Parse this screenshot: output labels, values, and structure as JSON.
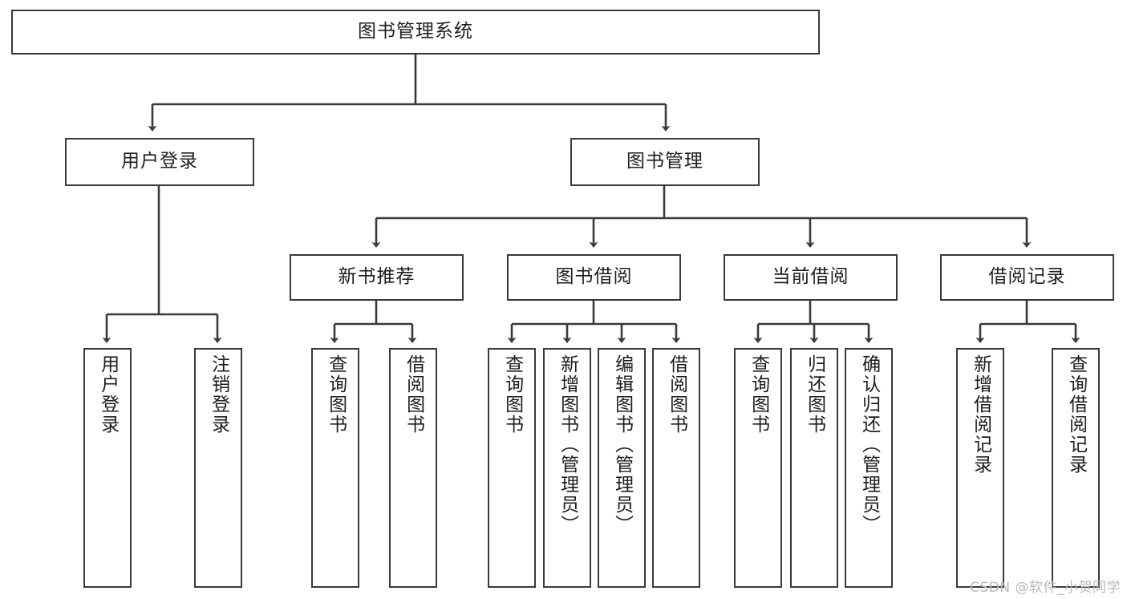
{
  "diagram": {
    "type": "tree",
    "title": "图书管理系统",
    "watermark": "CSDN @软件_小贺同学",
    "colors": {
      "box_border": "#3a3a3a",
      "box_fill": "#ffffff",
      "connector": "#3a3a3a",
      "text": "#1d1d1d",
      "watermark": "#b9b9b9"
    },
    "root": {
      "label": "图书管理系统"
    },
    "level2": [
      {
        "label": "用户登录"
      },
      {
        "label": "图书管理"
      }
    ],
    "level3": [
      {
        "label": "新书推荐"
      },
      {
        "label": "图书借阅"
      },
      {
        "label": "当前借阅"
      },
      {
        "label": "借阅记录"
      }
    ],
    "leaves": {
      "user_login": [
        {
          "label": "用户登录"
        },
        {
          "label": "注销登录"
        }
      ],
      "new_book": [
        {
          "label": "查询图书"
        },
        {
          "label": "借阅图书"
        }
      ],
      "book_borrow": [
        {
          "label": "查询图书"
        },
        {
          "label": "新增图书（管理员）"
        },
        {
          "label": "编辑图书（管理员）"
        },
        {
          "label": "借阅图书"
        }
      ],
      "current_borrow": [
        {
          "label": "查询图书"
        },
        {
          "label": "归还图书"
        },
        {
          "label": "确认归还（管理员）"
        }
      ],
      "borrow_record": [
        {
          "label": "新增借阅记录"
        },
        {
          "label": "查询借阅记录"
        }
      ]
    }
  }
}
